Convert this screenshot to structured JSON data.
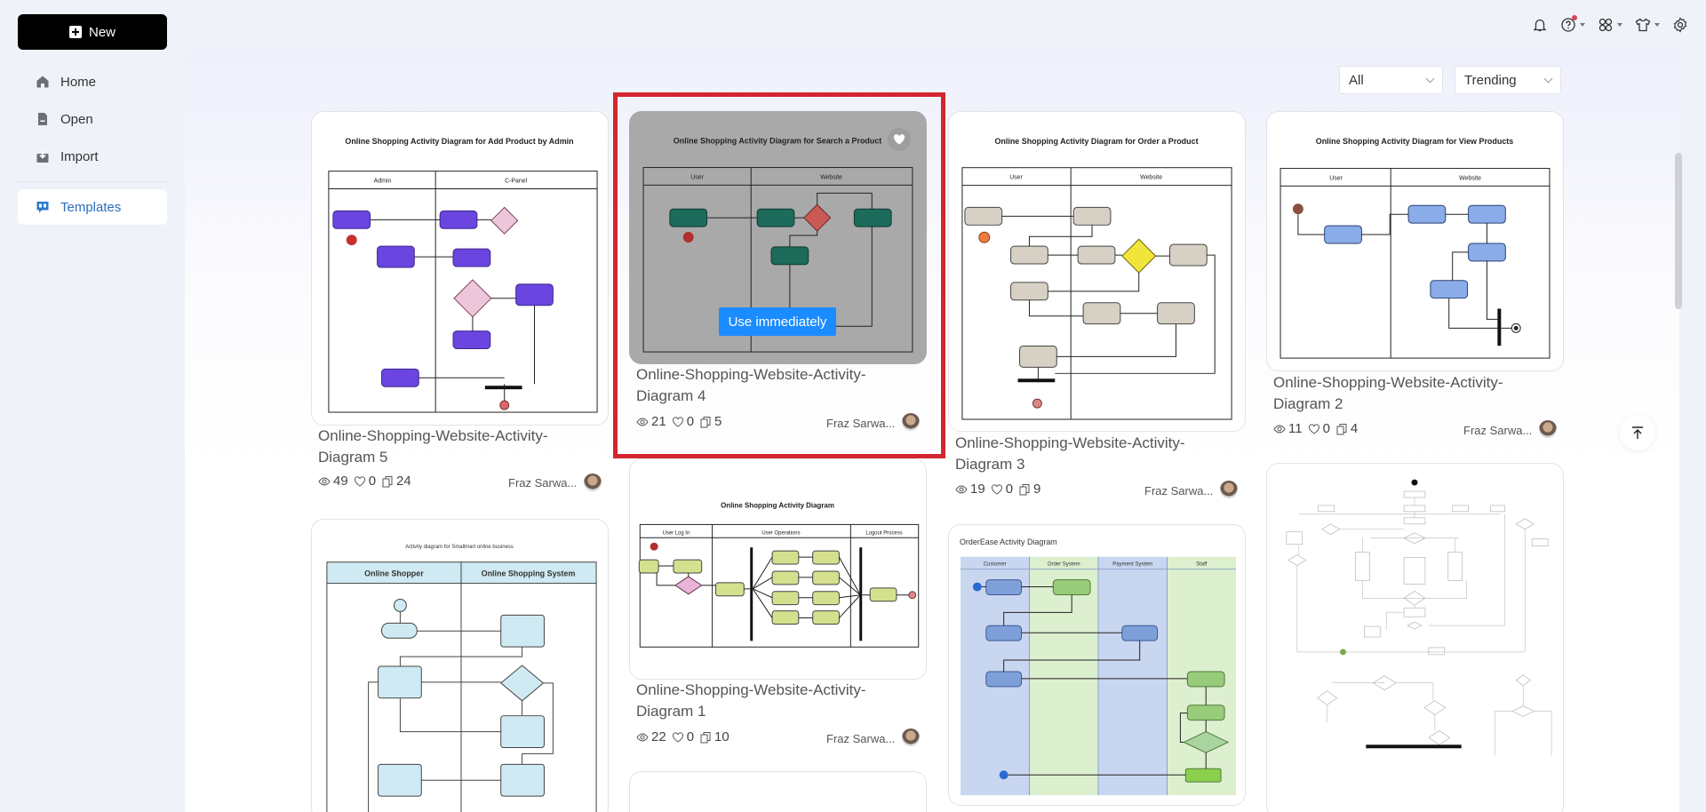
{
  "sidebar": {
    "new_label": "New",
    "items": [
      {
        "label": "Home",
        "icon": "home-icon"
      },
      {
        "label": "Open",
        "icon": "file-icon"
      },
      {
        "label": "Import",
        "icon": "import-icon"
      },
      {
        "label": "Templates",
        "icon": "templates-icon",
        "active": true
      }
    ]
  },
  "topbar": {
    "icons": [
      "bell-icon",
      "help-icon",
      "apps-icon",
      "shirt-icon",
      "settings-icon"
    ]
  },
  "filters": {
    "category": "All",
    "sort": "Trending"
  },
  "hover_actions": {
    "use_label": "Use immediately",
    "favorite_icon": "heart-icon"
  },
  "colors": {
    "selected_border": "#d32630",
    "use_button": "#1a8cff",
    "active_nav": "#2b6fbd"
  },
  "cards": [
    {
      "title": "Online-Shopping-Website-Activity-Diagram 5",
      "thumb_title": "Online Shopping Activity Diagram for Add Product by Admin",
      "lanes": [
        "Admin",
        "C-Panel"
      ],
      "views": "49",
      "likes": "0",
      "copies": "24",
      "author": "Fraz Sarwa..."
    },
    {
      "title": "Online-Shopping-Website-Activity-Diagram 4",
      "thumb_title": "Online Shopping Activity Diagram for Search a Product",
      "lanes": [
        "User",
        "Website"
      ],
      "views": "21",
      "likes": "0",
      "copies": "5",
      "author": "Fraz Sarwa...",
      "selected": true
    },
    {
      "title": "Online-Shopping-Website-Activity-Diagram 3",
      "thumb_title": "Online Shopping Activity Diagram for Order a Product",
      "lanes": [
        "User",
        "Website"
      ],
      "views": "19",
      "likes": "0",
      "copies": "9",
      "author": "Fraz Sarwa..."
    },
    {
      "title": "Online-Shopping-Website-Activity-Diagram 2",
      "thumb_title": "Online Shopping Activity Diagram for View Products",
      "lanes": [
        "User",
        "Website"
      ],
      "views": "11",
      "likes": "0",
      "copies": "4",
      "author": "Fraz Sarwa..."
    },
    {
      "title": "Online-Shopping-Website-Activity-Diagram 1",
      "thumb_title": "Online Shopping Activity Diagram",
      "lanes": [
        "User Log In",
        "User Operations",
        "Logout Process"
      ],
      "views": "22",
      "likes": "0",
      "copies": "10",
      "author": "Fraz Sarwa..."
    },
    {
      "thumb_title": "Activity diagram for Smallmart online business",
      "lanes": [
        "Online Shopper",
        "Online Shopping System"
      ]
    },
    {
      "thumb_title": "OrderEase Activity Diagram",
      "lanes": [
        "Customer",
        "Order System",
        "Payment System",
        "Staff"
      ]
    },
    {
      "thumb_title": ""
    }
  ]
}
